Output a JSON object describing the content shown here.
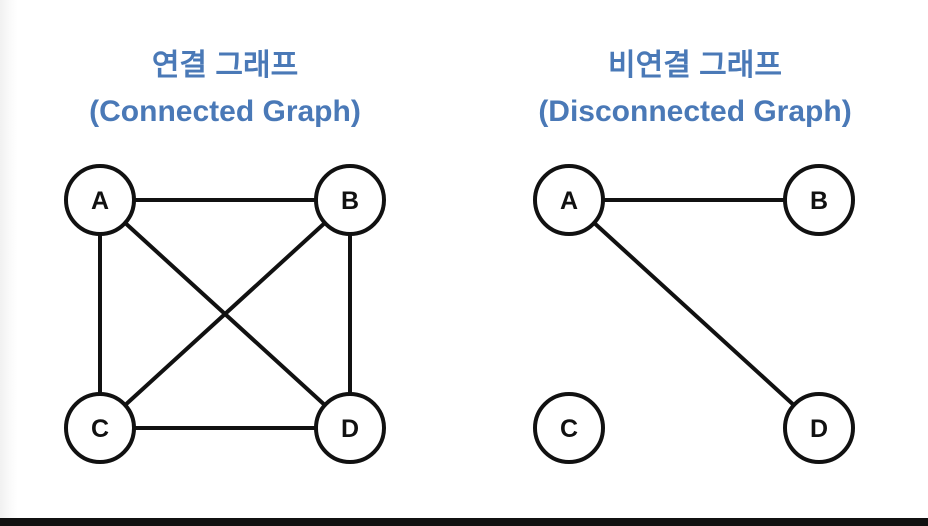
{
  "colors": {
    "title": "#4a79b7",
    "line": "#111111",
    "node_fill": "#ffffff"
  },
  "connected": {
    "title_ko": "연결 그래프",
    "title_en": "(Connected Graph)",
    "nodes": [
      "A",
      "B",
      "C",
      "D"
    ],
    "edges": [
      [
        "A",
        "B"
      ],
      [
        "A",
        "C"
      ],
      [
        "A",
        "D"
      ],
      [
        "B",
        "C"
      ],
      [
        "B",
        "D"
      ],
      [
        "C",
        "D"
      ]
    ]
  },
  "disconnected": {
    "title_ko": "비연결 그래프",
    "title_en": "(Disconnected Graph)",
    "nodes": [
      "A",
      "B",
      "C",
      "D"
    ],
    "edges": [
      [
        "A",
        "B"
      ],
      [
        "A",
        "D"
      ]
    ]
  }
}
